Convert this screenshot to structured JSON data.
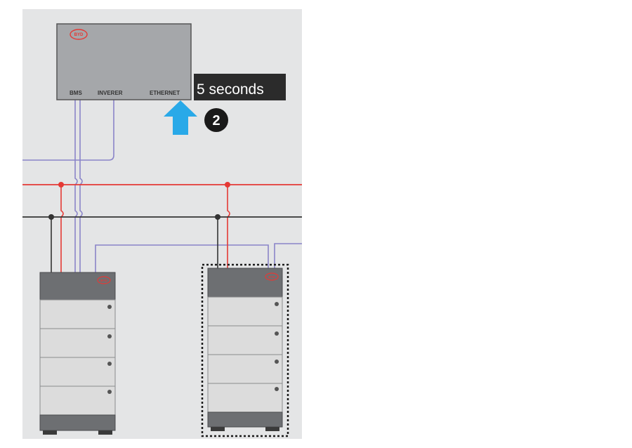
{
  "controller": {
    "logo": "BYD",
    "ports": {
      "bms": "BMS",
      "inverter": "INVERER",
      "ethernet": "ETHERNET"
    }
  },
  "instruction": {
    "duration_label": "5 seconds",
    "step_number": "2"
  },
  "battery_towers": [
    {
      "logo": "BYD",
      "modules": 4,
      "highlighted": false
    },
    {
      "logo": "BYD",
      "modules": 4,
      "highlighted": true
    }
  ],
  "colors": {
    "panel_background": "#e4e5e6",
    "controller_body": "#a5a7aa",
    "tower_module": "#dcdcdc",
    "tower_dark": "#6d6f72",
    "can_bus_wire": "#8a84c8",
    "power_positive": "#e53935",
    "power_negative": "#333333",
    "arrow": "#29a9e8",
    "badge_background": "#2b2b2b"
  }
}
